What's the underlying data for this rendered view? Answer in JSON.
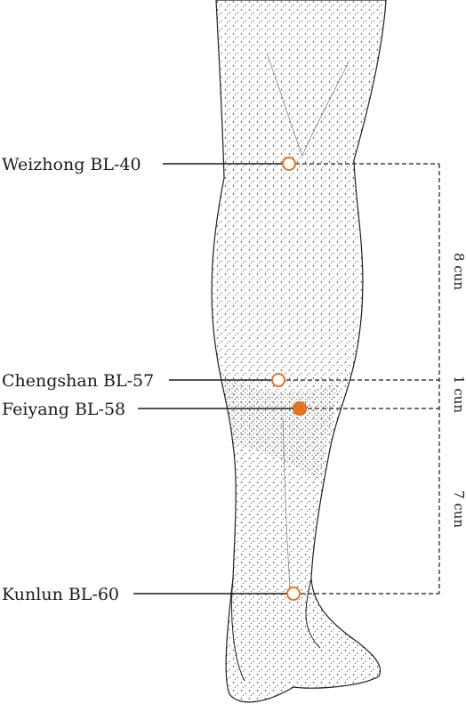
{
  "colors": {
    "accent": "#e8731f",
    "ink": "#1a1a1a",
    "background": "#ffffff"
  },
  "points": [
    {
      "label": "Weizhong BL-40",
      "style": "hollow-circle"
    },
    {
      "label": "Chengshan BL-57",
      "style": "hollow-circle"
    },
    {
      "label": "Feiyang BL-58",
      "style": "filled-circle"
    },
    {
      "label": "Kunlun BL-60",
      "style": "hollow-circle"
    }
  ],
  "measurements": [
    {
      "label": "8 cun"
    },
    {
      "label": "1 cun"
    },
    {
      "label": "7 cun"
    }
  ]
}
